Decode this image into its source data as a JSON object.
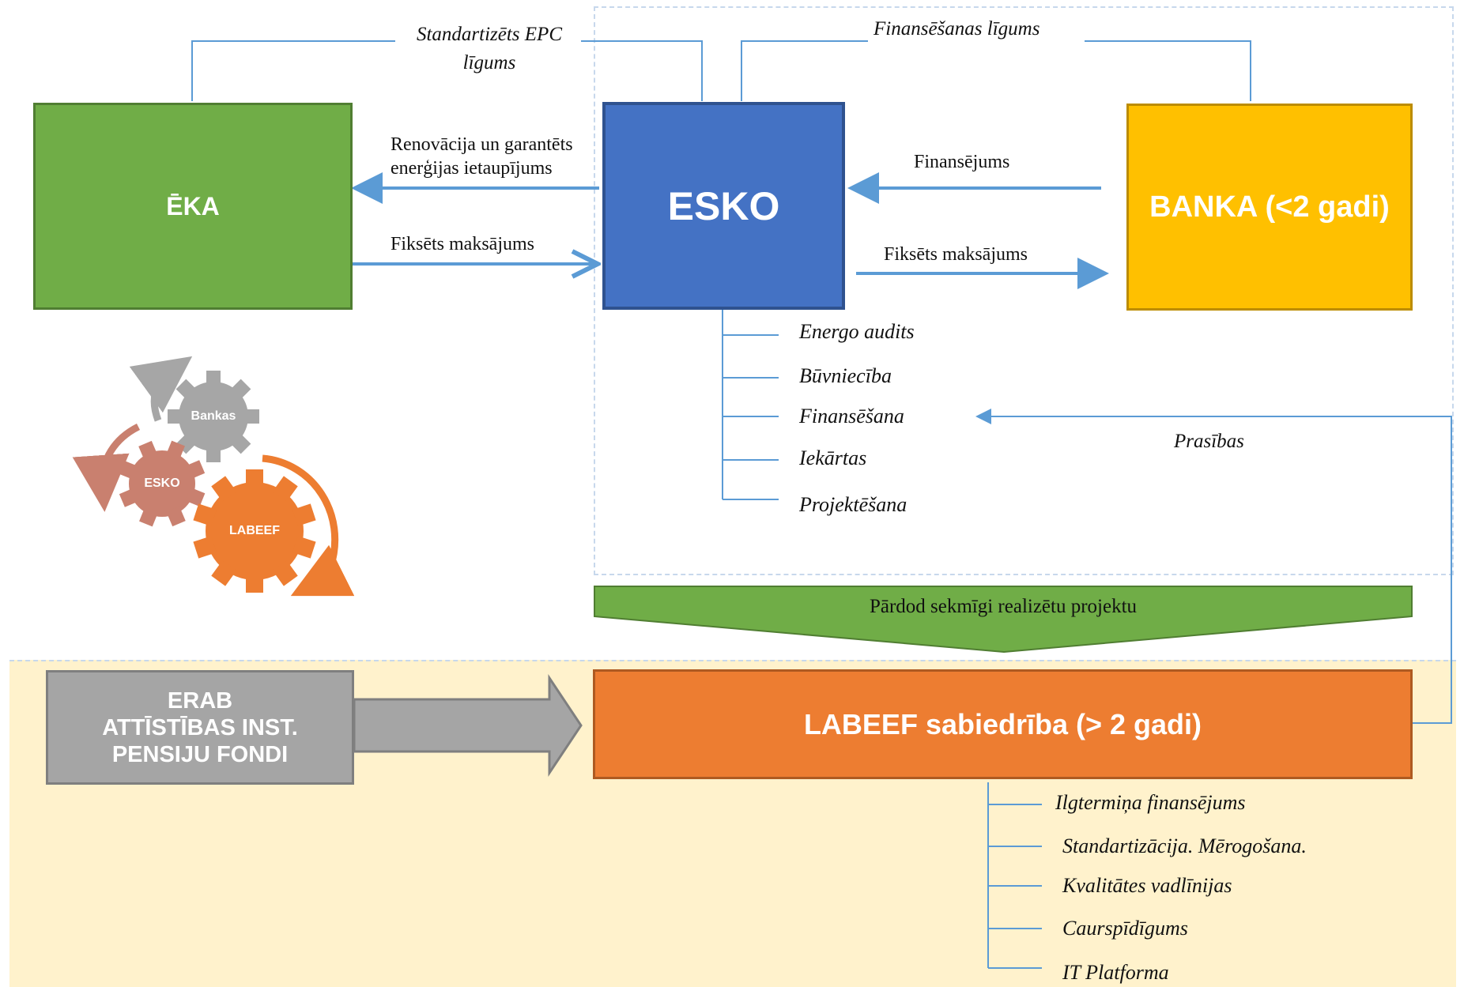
{
  "boxes": {
    "eka": "ĒKA",
    "esko": "ESKO",
    "banka": "BANKA (<2 gadi)",
    "labeef": "LABEEF sabiedrība (> 2 gadi)",
    "erab_line1": "ERAB",
    "erab_line2": "ATTĪSTĪBAS INST.",
    "erab_line3": "PENSIJU FONDI"
  },
  "connectors": {
    "epc_contract_line1": "Standartizēts EPC",
    "epc_contract_line2": "līgums",
    "financing_contract": "Finansēšanas līgums",
    "renovation_line1": "Renovācija un garantēts",
    "renovation_line2": "enerģijas ietaupījums",
    "fixed_payment_left": "Fiksēts maksājums",
    "financing": "Finansējums",
    "fixed_payment_right": "Fiksēts maksājums",
    "requirements": "Prasības",
    "sell_project": "Pārdod sekmīgi realizētu projektu"
  },
  "esko_services": [
    "Energo audits",
    "Būvniecība",
    "Finansēšana",
    "Iekārtas",
    "Projektēšana"
  ],
  "labeef_services": [
    "Ilgtermiņa finansējums",
    "Standartizācija. Mērogošana.",
    "Kvalitātes vadlīnijas",
    "Caurspīdīgums",
    "IT Platforma"
  ],
  "gears": {
    "banks": "Bankas",
    "esko": "ESKO",
    "labeef": "LABEEF"
  },
  "colors": {
    "green": "#70AD47",
    "blue": "#4472C4",
    "yellow": "#FFC000",
    "orange": "#ED7D31",
    "gray": "#A5A5A5",
    "line": "#5B9BD5",
    "cream": "#FFF2CC",
    "gear_gray": "#A6A6A6",
    "gear_red": "#C9806F"
  }
}
